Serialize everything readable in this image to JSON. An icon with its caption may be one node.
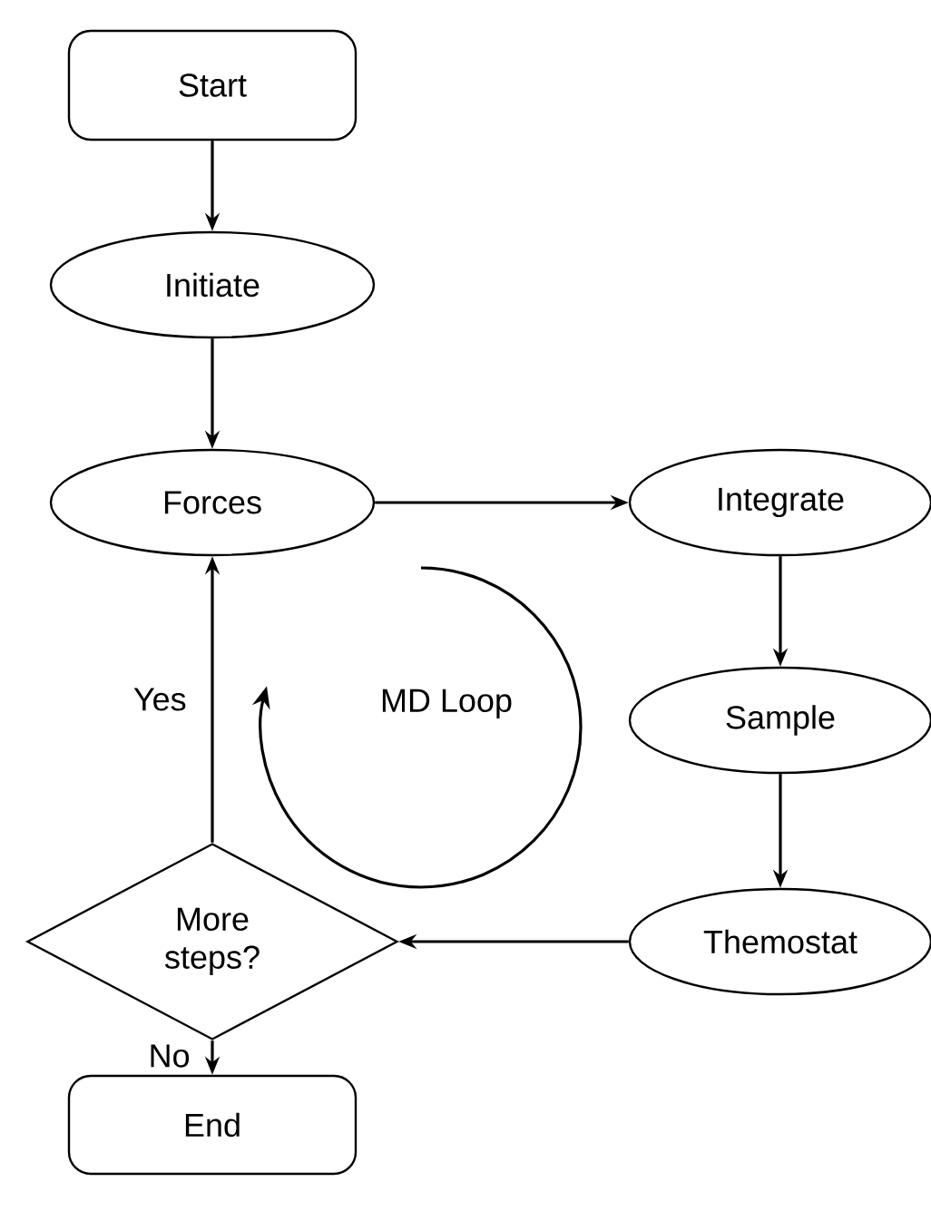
{
  "diagram": {
    "nodes": [
      {
        "text": [
          "Start"
        ]
      },
      {
        "text": [
          "Initiate"
        ]
      },
      {
        "text": [
          "Forces"
        ]
      },
      {
        "text": [
          "Integrate"
        ]
      },
      {
        "text": [
          "Sample"
        ]
      },
      {
        "text": [
          "Themostat"
        ]
      },
      {
        "text": [
          "More steps?"
        ]
      },
      {
        "text": [
          "End"
        ]
      }
    ],
    "edges": [
      {
        "from": 0,
        "to": 1,
        "arrow": "to"
      },
      {
        "from": 1,
        "to": 2,
        "arrow": "to"
      },
      {
        "from": 2,
        "to": 3,
        "arrow": "to"
      },
      {
        "from": 3,
        "to": 4,
        "arrow": "to"
      },
      {
        "from": 4,
        "to": 5,
        "arrow": "to"
      },
      {
        "from": 5,
        "to": 6,
        "arrow": "to"
      },
      {
        "from": 6,
        "to": 2,
        "arrow": "to",
        "label": "Yes"
      },
      {
        "from": 6,
        "to": 7,
        "arrow": "to",
        "label": "No"
      }
    ],
    "labels": [
      "MD Loop"
    ]
  }
}
